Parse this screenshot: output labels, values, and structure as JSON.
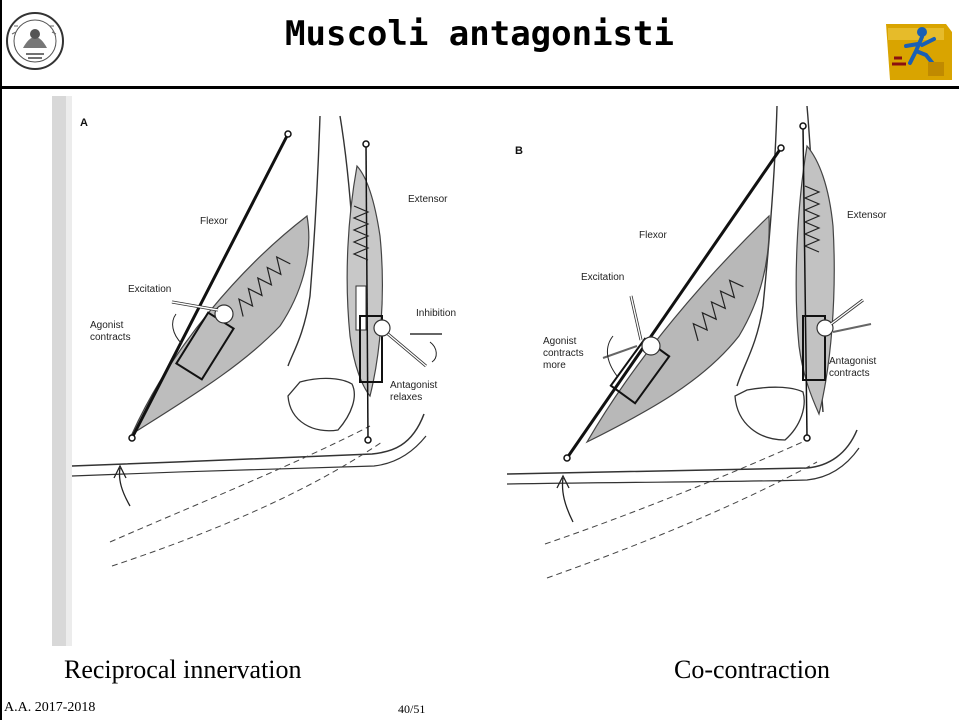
{
  "slide": {
    "title": "Muscoli antagonisti",
    "footer_left": "A.A. 2017-2018",
    "page": "40/51"
  },
  "panels": [
    {
      "letter": "A",
      "caption": "Reciprocal innervation",
      "labels": {
        "flexor": "Flexor",
        "extensor": "Extensor",
        "excitation": "Excitation",
        "inhibition": "Inhibition",
        "agonist_1": "Agonist",
        "agonist_2": "contracts",
        "antagonist_1": "Antagonist",
        "antagonist_2": "relaxes"
      }
    },
    {
      "letter": "B",
      "caption": "Co-contraction",
      "labels": {
        "flexor": "Flexor",
        "extensor": "Extensor",
        "excitation": "Excitation",
        "agonist_1": "Agonist",
        "agonist_2": "contracts",
        "agonist_3": "more",
        "antagonist_1": "Antagonist",
        "antagonist_2": "contracts"
      }
    }
  ],
  "icons": {
    "left_logo": "university-seal-icon",
    "right_logo": "aislab-logo-icon"
  }
}
